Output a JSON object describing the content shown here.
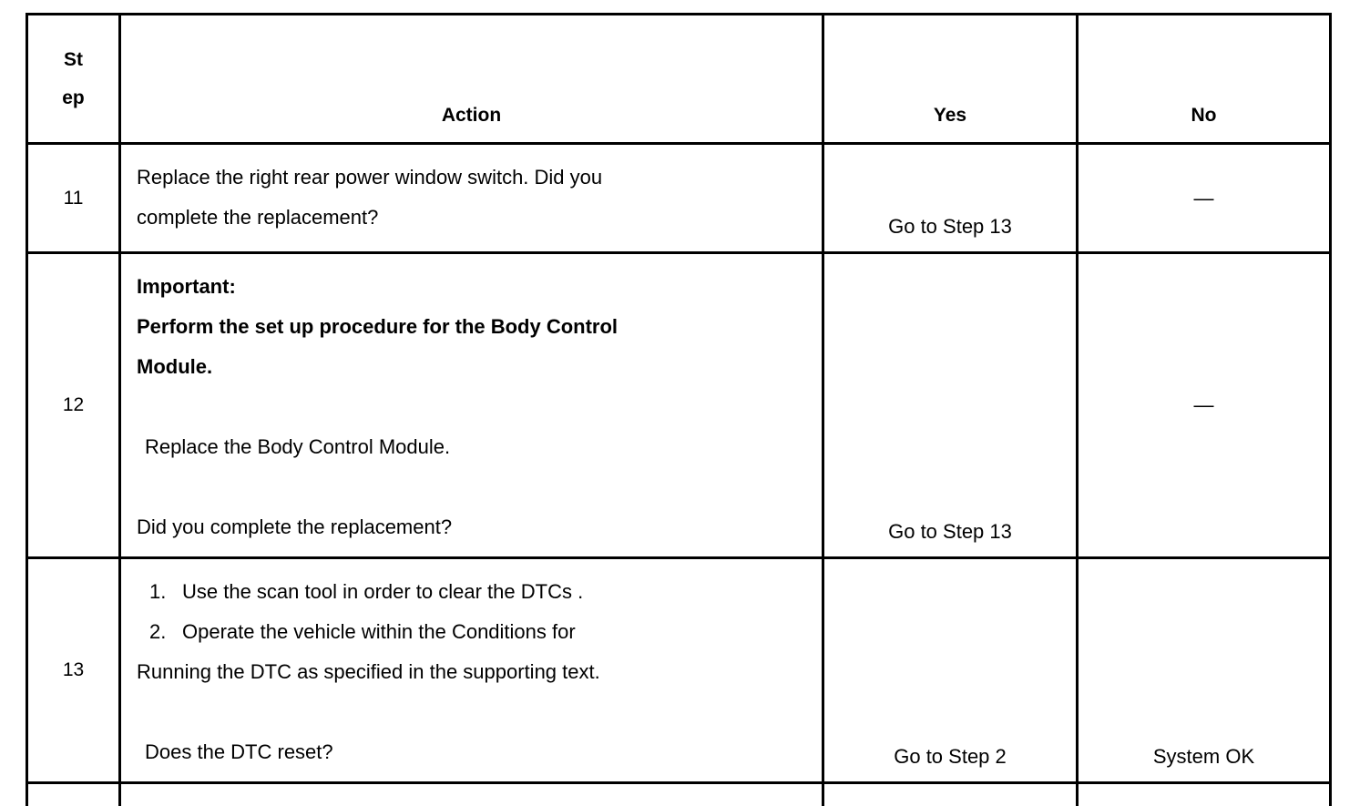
{
  "document": {
    "type": "diagnostic-step-table",
    "background_color": "#ffffff",
    "text_color": "#000000",
    "border_color": "#000000"
  },
  "table": {
    "headers": {
      "step": "Step",
      "step_wrapped_line1": "St",
      "step_wrapped_line2": "ep",
      "action": "Action",
      "yes": "Yes",
      "no": "No"
    },
    "rows": [
      {
        "step": "11",
        "action_lines": [
          "Replace the right rear power window switch. Did you",
          "complete the replacement?"
        ],
        "yes": "Go to Step 13",
        "no": "—"
      },
      {
        "step": "12",
        "important_label": "Important:",
        "important_line1": "Perform the set up procedure for the Body Control",
        "important_line2": "Module.",
        "replace_line": "Replace the Body Control Module.",
        "question_line": "Did you complete the replacement?",
        "yes": "Go to Step 13",
        "no": "—"
      },
      {
        "step": "13",
        "list": [
          {
            "num": "1.",
            "text": "Use the scan tool in order to clear the DTCs ."
          },
          {
            "num": "2.",
            "text": "Operate the vehicle within the Conditions for"
          }
        ],
        "continuation": "Running the DTC as specified in the supporting text.",
        "question_line": "Does the DTC reset?",
        "yes": "Go to Step 2",
        "no": "System OK"
      }
    ]
  }
}
